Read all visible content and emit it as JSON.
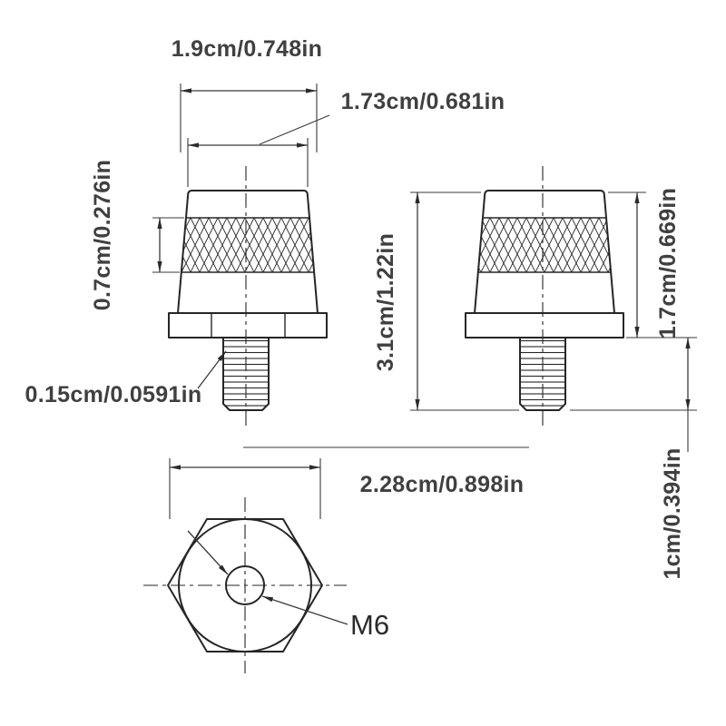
{
  "drawing": {
    "description": "Three-view technical drawing of a knurled thumb screw with hex flange and M6 threaded stud",
    "colors": {
      "line": "#262626",
      "text": "#404040",
      "background": "#ffffff"
    },
    "front_view": {
      "top_width": "1.9cm/0.748in",
      "knurl_width": "1.73cm/0.681in",
      "knurl_band_height": "0.7cm/0.276in",
      "thread_detail": "0.15cm/0.0591in"
    },
    "side_view": {
      "total_height": "3.1cm/1.22in",
      "body_height": "1.7cm/0.669in",
      "stud_length": "1cm/0.394in"
    },
    "bottom_view": {
      "hex_width": "2.28cm/0.898in",
      "thread_callout": "M6"
    }
  }
}
